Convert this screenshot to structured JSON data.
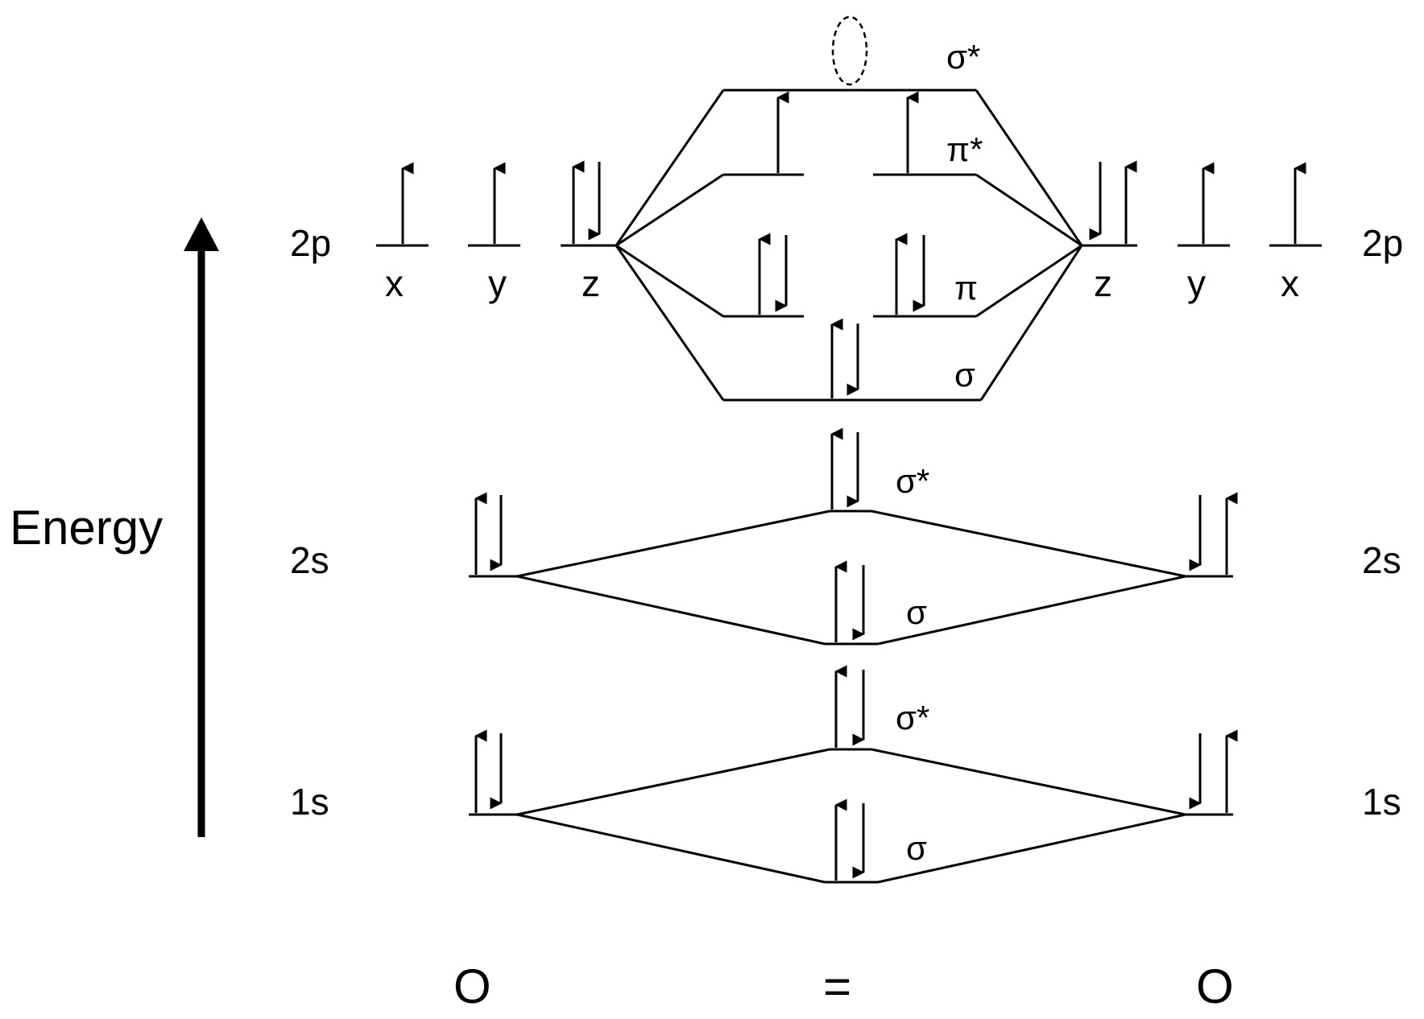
{
  "axis": {
    "label": "Energy"
  },
  "shell_labels": {
    "p2": "2p",
    "s2": "2s",
    "s1": "1s"
  },
  "p_orbitals": {
    "x": "x",
    "y": "y",
    "z": "z"
  },
  "mo_labels": {
    "sigma_star_2p": "σ*",
    "pi_star_2p": "π*",
    "pi_2p": "π",
    "sigma_2p": "σ",
    "sigma_star_2s": "σ*",
    "sigma_2s": "σ",
    "sigma_star_1s": "σ*",
    "sigma_1s": "σ"
  },
  "bottom": {
    "left_atom": "O",
    "bond": "=",
    "right_atom": "O"
  }
}
